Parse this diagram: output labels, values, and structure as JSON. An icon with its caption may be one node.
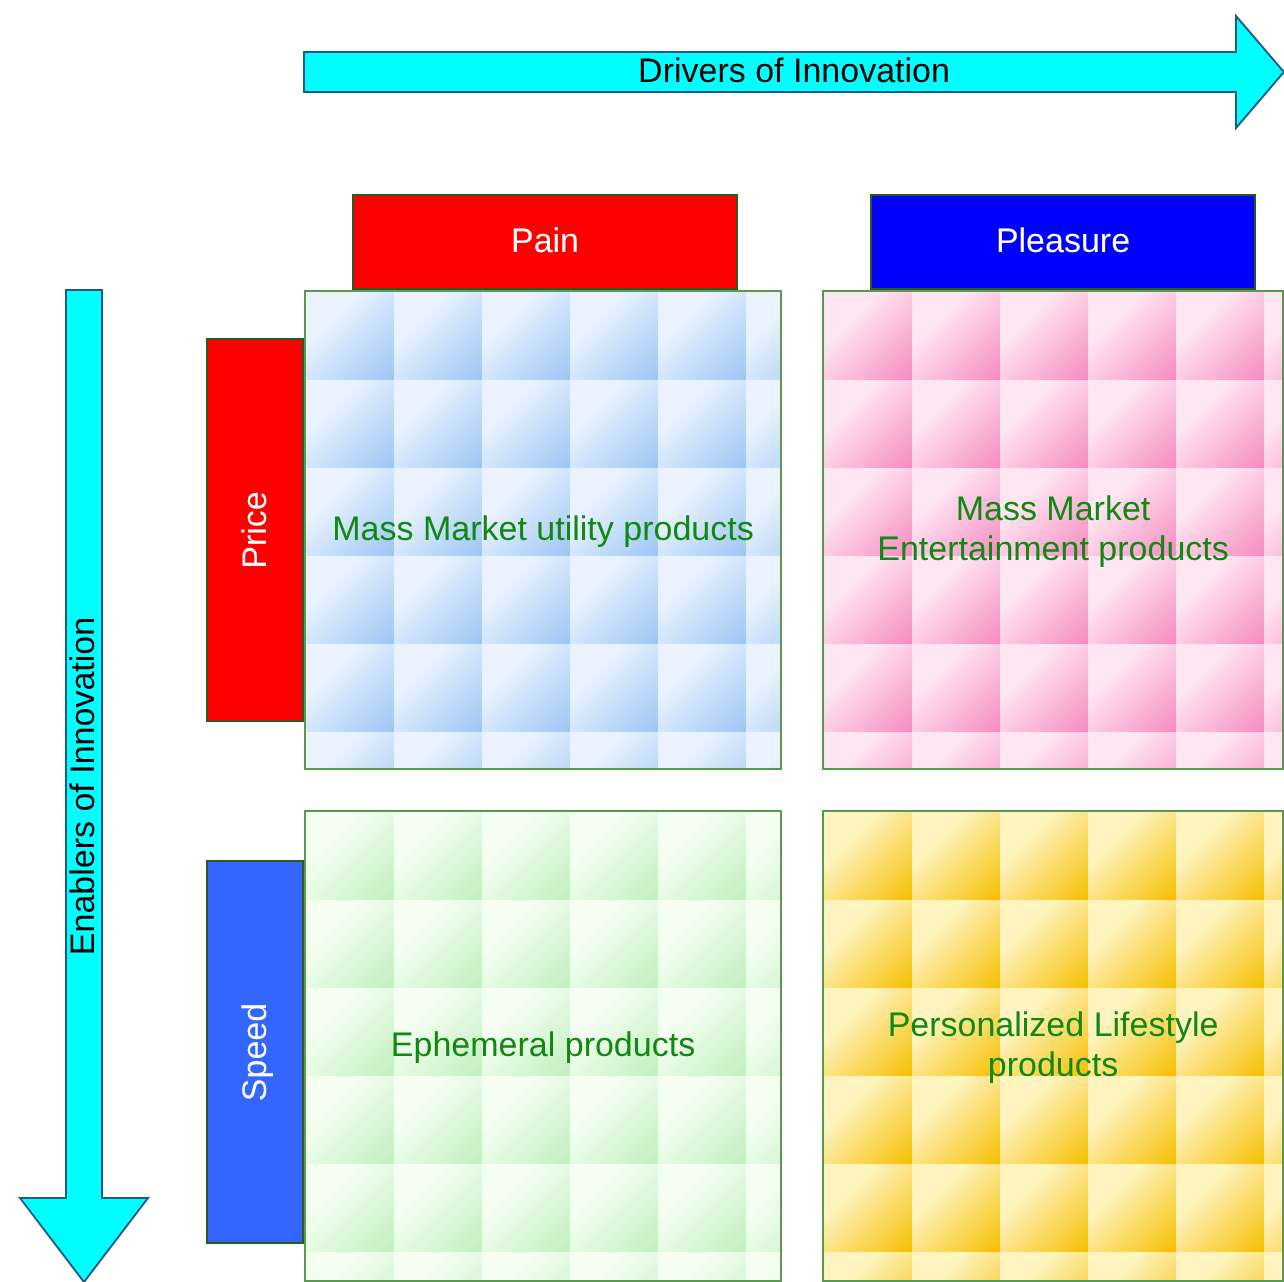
{
  "diagram": {
    "nodes": [
      {
        "text": [
          "Drivers of Innovation"
        ]
      },
      {
        "text": [
          "Enablers of Innovation"
        ]
      },
      {
        "text": [
          "Pain"
        ]
      },
      {
        "text": [
          "Pleasure"
        ]
      },
      {
        "text": [
          "Price"
        ]
      },
      {
        "text": [
          "Speed"
        ]
      },
      {
        "text": [
          "Mass Market utility products"
        ]
      },
      {
        "text": [
          "Mass Market Entertainment products"
        ]
      },
      {
        "text": [
          "Ephemeral products"
        ]
      },
      {
        "text": [
          "Personalized Lifestyle products"
        ]
      }
    ],
    "edges": []
  }
}
